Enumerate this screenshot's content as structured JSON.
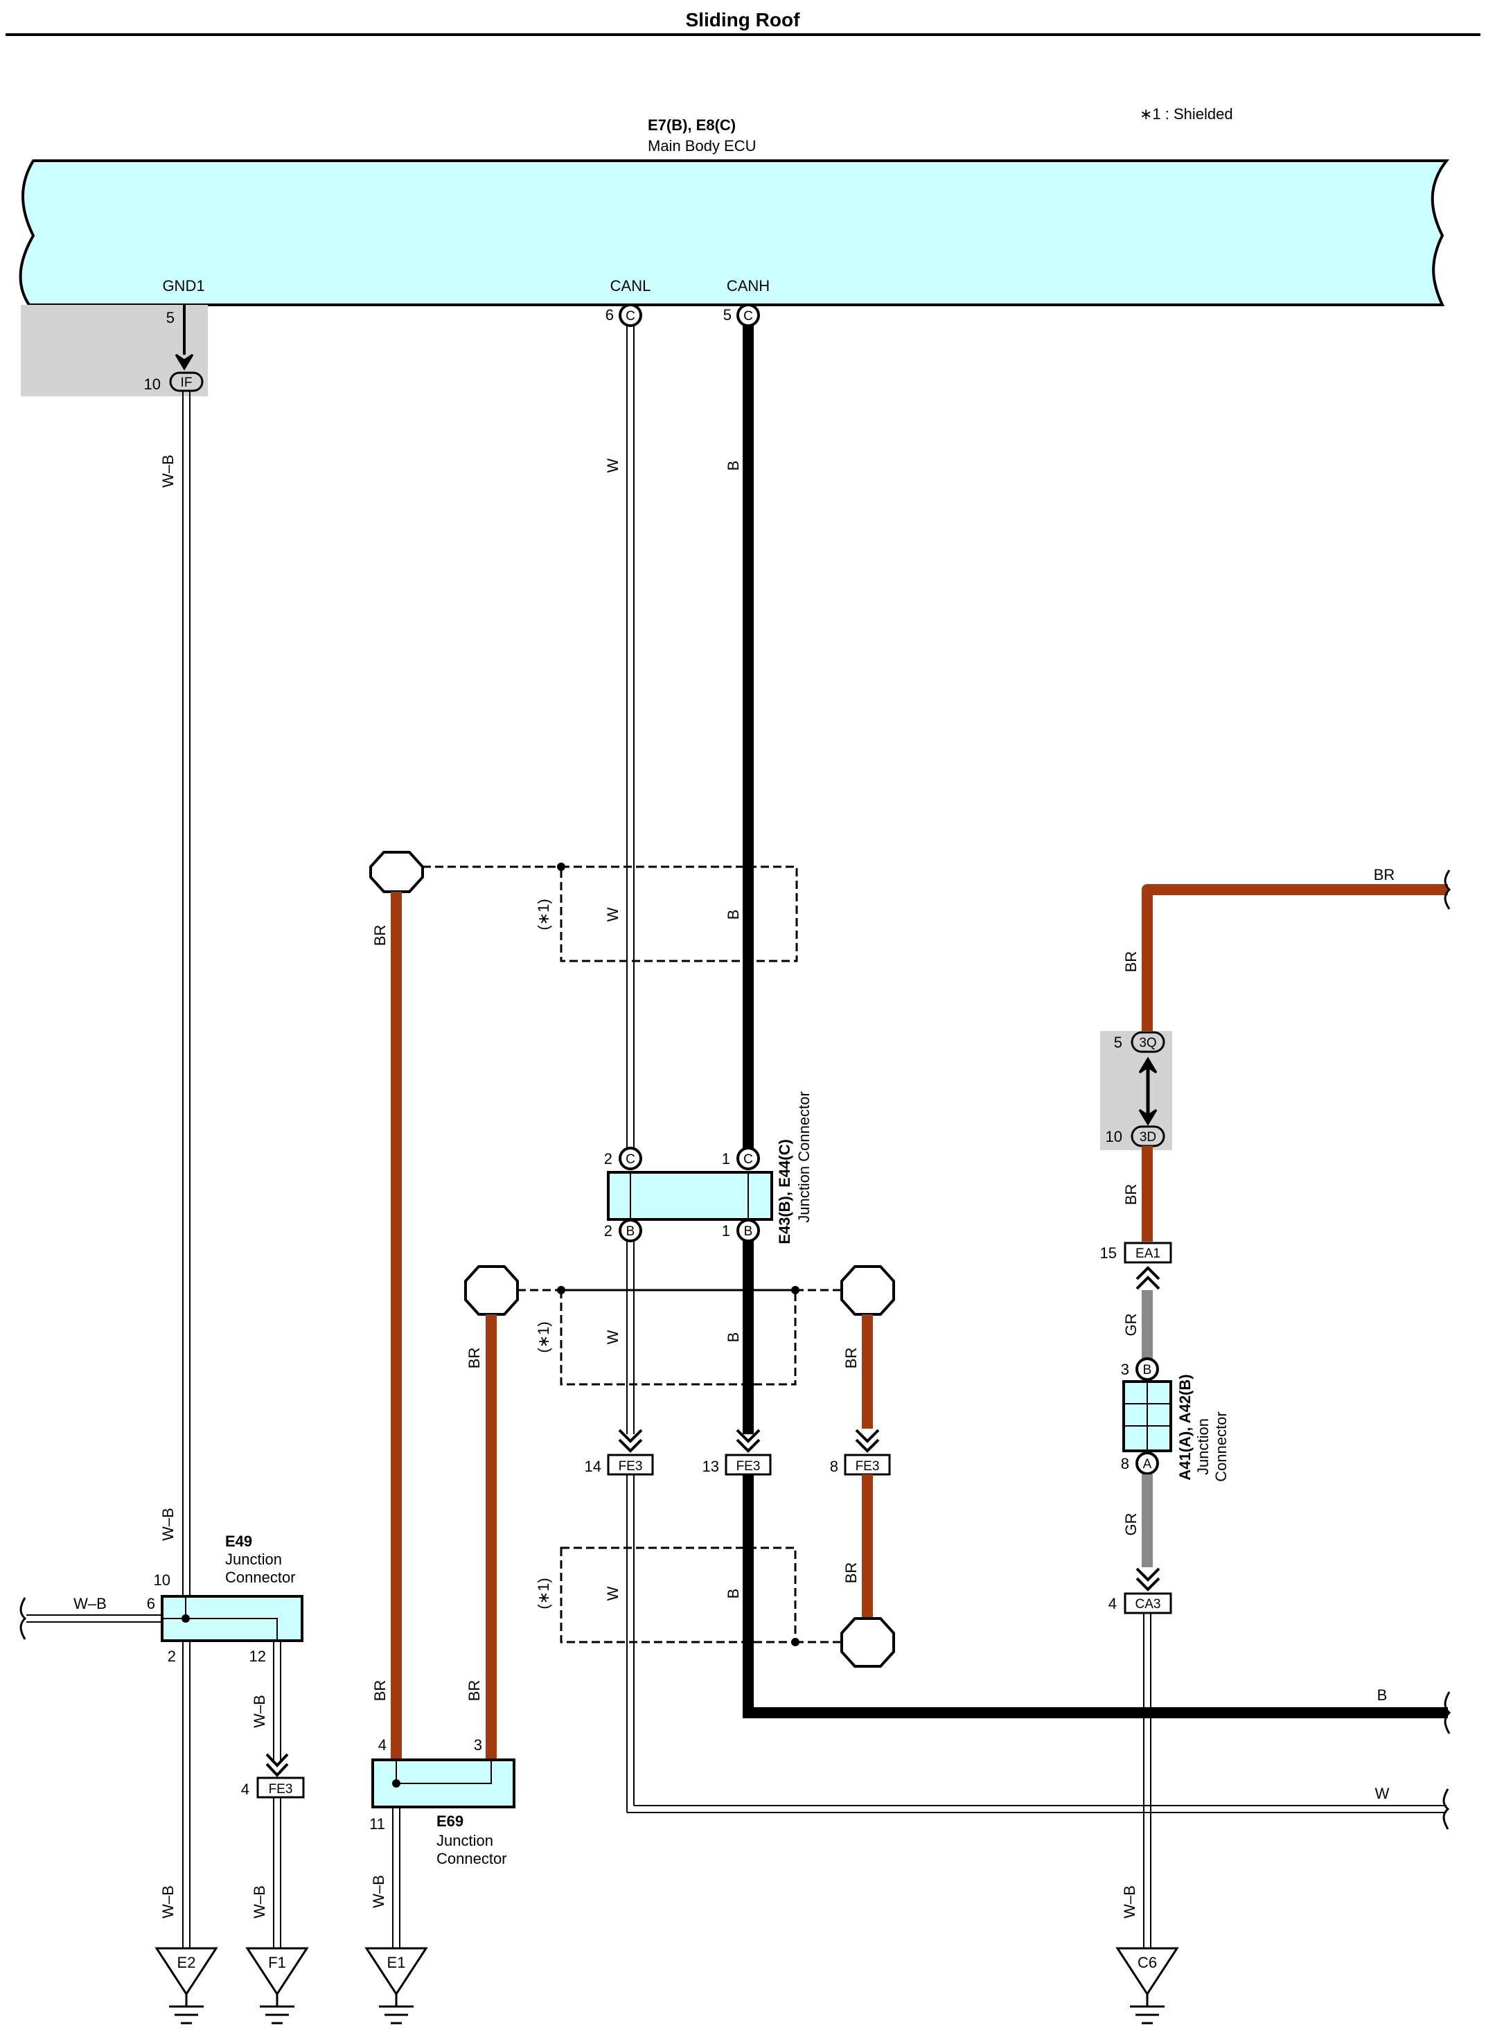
{
  "title": "Sliding Roof",
  "note": "∗1 : Shielded",
  "ecu": {
    "code": "E7(B), E8(C)",
    "name": "Main Body ECU",
    "pins": {
      "gnd": "GND1",
      "canl": "CANL",
      "canh": "CANH"
    },
    "pin_numbers": {
      "gnd": "5",
      "canl": "6",
      "canh": "5"
    },
    "connector_letter": "C"
  },
  "connectors": {
    "if_in": {
      "pin": "10",
      "code": "IF"
    },
    "e43": {
      "code": "E43(B), E44(C)",
      "name": "Junction Connector",
      "top_letter": "C",
      "bottom_letter": "B",
      "pin_left": "2",
      "pin_right": "1"
    },
    "e49": {
      "code": "E49",
      "line1": "Junction",
      "line2": "Connector",
      "pin_top": "10",
      "pin_left": "6",
      "pin_bottom_left": "2",
      "pin_bottom_right": "12"
    },
    "e69": {
      "code": "E69",
      "line1": "Junction",
      "line2": "Connector",
      "pin_left": "4",
      "pin_right": "3",
      "pin_bottom": "11"
    },
    "a41": {
      "code": "A41(A), A42(B)",
      "line1": "Junction",
      "line2": "Connector",
      "pin_top": "3",
      "letter_top": "B",
      "pin_bottom": "8",
      "letter_bottom": "A"
    },
    "q3": {
      "pin_top": "5",
      "code_top": "3Q",
      "pin_bottom": "10",
      "code_bottom": "3D"
    },
    "ea1": {
      "pin": "15",
      "code": "EA1"
    },
    "ca3": {
      "pin": "4",
      "code": "CA3"
    },
    "fe3_a": {
      "pin": "14",
      "code": "FE3"
    },
    "fe3_b": {
      "pin": "13",
      "code": "FE3"
    },
    "fe3_c": {
      "pin": "8",
      "code": "FE3"
    },
    "fe3_d": {
      "pin": "4",
      "code": "FE3"
    }
  },
  "grounds": {
    "e2": "E2",
    "f1": "F1",
    "e1": "E1",
    "c6": "C6"
  },
  "wires": {
    "wb": "W–B",
    "w": "W",
    "b": "B",
    "br": "BR",
    "gr": "GR",
    "shield": "(∗1)"
  },
  "colors": {
    "ecu_fill": "#ccffff",
    "br_wire": "#a33a10",
    "gr_wire": "#888888",
    "grey_box": "#d3d3d3"
  }
}
